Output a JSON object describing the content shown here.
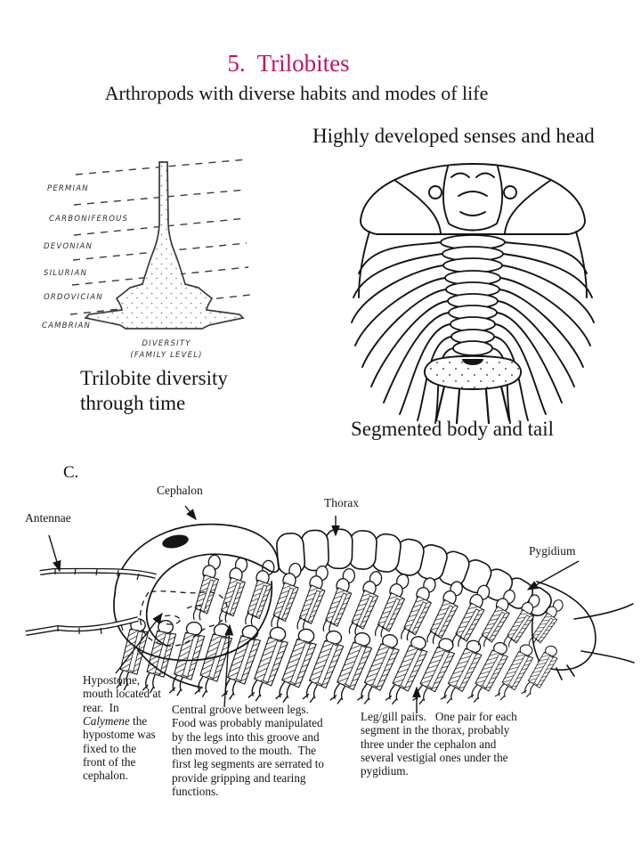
{
  "slide": {
    "title": "5.  Trilobites",
    "subtitle": "Arthropods with diverse habits and modes of life",
    "accent_color": "#c11363"
  },
  "headings": {
    "senses": "Highly developed senses and head",
    "segmented": "Segmented body and tail"
  },
  "diversity_figure": {
    "caption_line1": "Trilobite diversity",
    "caption_line2": "through time",
    "periods": [
      "PERMIAN",
      "CARBONIFEROUS",
      "DEVONIAN",
      "SILURIAN",
      "ORDOVICIAN",
      "CAMBRIAN"
    ],
    "axis_label": "DIVERSITY",
    "axis_sublabel": "(FAMILY LEVEL)"
  },
  "anatomy_figure": {
    "panel_label": "C.",
    "labels": {
      "antennae": "Antennae",
      "cephalon": "Cephalon",
      "thorax": "Thorax",
      "pygidium": "Pygidium"
    },
    "notes": {
      "hypostome_pre": "Hypostome, mouth located at rear.  In ",
      "hypostome_italic": "Calymene",
      "hypostome_post": " the hypostome was fixed to the front of the cephalon.",
      "central_groove": "Central groove between legs.  Food was probably manipulated by the legs into this groove and then moved to the mouth.  The first leg segments are serrated to provide gripping and tearing functions.",
      "leg_gill": "Leg/gill pairs.   One pair for each segment in the thorax, probably three under the cephalon and several vestigial ones under the pygidium."
    }
  }
}
